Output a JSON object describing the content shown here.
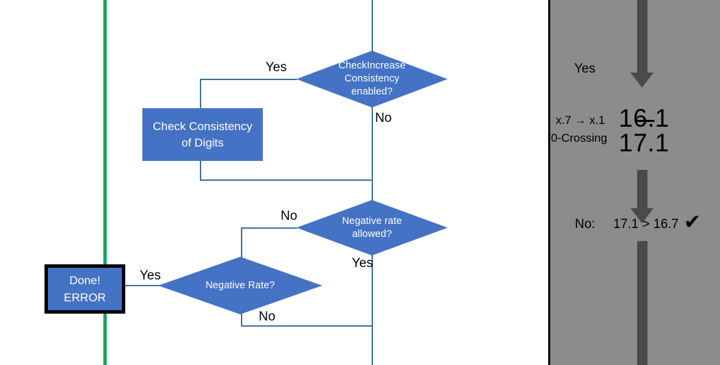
{
  "diagram": {
    "type": "flowchart",
    "accent_blue": "#4472C4",
    "connector_blue": "#41719C",
    "divider_green": "#21a366",
    "nodes": [
      {
        "id": "check-increase-consistency",
        "shape": "decision",
        "label": "CheckIncrease\nConsistency\nenabled?"
      },
      {
        "id": "check-consistency-of-digits",
        "shape": "process",
        "label": "Check Consistency\nof Digits"
      },
      {
        "id": "negative-rate-allowed",
        "shape": "decision",
        "label": "Negative rate\nallowed?"
      },
      {
        "id": "negative-rate",
        "shape": "decision",
        "label": "Negative Rate?"
      },
      {
        "id": "done-error",
        "shape": "terminator",
        "label": "Done!\nERROR"
      }
    ],
    "labels": {
      "check_increase_line1": "CheckIncrease",
      "check_increase_line2": "Consistency",
      "check_increase_line3": "enabled?",
      "check_digits_line1": "Check Consistency",
      "check_digits_line2": "of Digits",
      "neg_allowed_line1": "Negative rate",
      "neg_allowed_line2": "allowed?",
      "neg_rate": "Negative Rate?",
      "done_line1": "Done!",
      "done_line2": "ERROR"
    },
    "edges": {
      "check_increase_yes": "Yes",
      "check_increase_no": "No",
      "neg_allowed_no": "No",
      "neg_allowed_yes": "Yes",
      "neg_rate_yes": "Yes",
      "neg_rate_no": "No"
    }
  },
  "panel": {
    "background": "#8c8c8c",
    "arrow_color": "#4a4a4a",
    "yes_label": "Yes",
    "rounding_note": "x.7 → x.1",
    "zero_crossing_note": "0-Crossing",
    "value_struck": "16.1",
    "value_result": "17.1",
    "no_label": "No:",
    "comparison": "17.1 > 16.7",
    "check_glyph": "✔"
  }
}
